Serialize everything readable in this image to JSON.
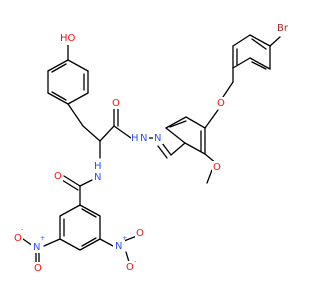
{
  "colors": {
    "bond": "#000000",
    "carbon": "#000000",
    "oxygen": "#ff0d0d",
    "nitrogen": "#3050f8",
    "bromine": "#a62929",
    "background": "#ffffff"
  },
  "atoms": {
    "hydroxyl": "HO",
    "amide_oxygen_top": "O",
    "hydrazone_nh": "N",
    "hydrazone_h": "H",
    "hydrazone_n": "N",
    "ether_oxygen_benzyl": "O",
    "bromine": "Br",
    "methoxy_oxygen": "O",
    "amide_nh": "N",
    "amide_h": "H",
    "amide_oxygen_left": "O",
    "nitro_left_n": "N",
    "nitro_left_o_top": "O",
    "nitro_left_o_bottom": "O",
    "nitro_right_n": "N",
    "nitro_right_o_top": "O",
    "nitro_right_o_bottom": "O",
    "plus": "+",
    "minus": "-"
  }
}
